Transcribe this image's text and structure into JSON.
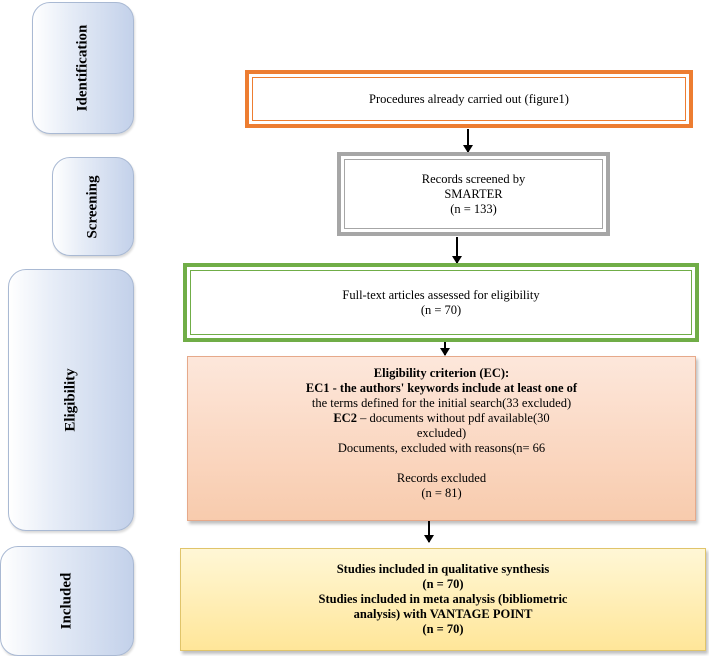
{
  "stages": {
    "identification": "Identification",
    "screening": "Screening",
    "eligibility": "Eligibility",
    "included": "Included"
  },
  "boxes": {
    "procedures": "Procedures already carried out (figure1)",
    "screened_line1": "Records screened by",
    "screened_line2": "SMARTER",
    "screened_line3": "(n = 133)",
    "fulltext_line1": "Full-text articles assessed for eligibility",
    "fulltext_line2": "(n = 70)",
    "ec_title": "Eligibility criterion (EC):",
    "ec1_bold": "EC1 - the authors' keywords include at least one of",
    "ec1_rest": "the terms defined for the initial search(33 excluded)",
    "ec2_label": "EC2",
    "ec2_rest": " – documents without pdf available(30",
    "ec2_cont": "excluded)",
    "documents_excluded": "Documents, excluded with reasons(n= 66",
    "records_excluded": "Records excluded",
    "records_excluded_n": "(n = 81)",
    "included_line1": "Studies included in qualitative synthesis",
    "included_line2": "(n = 70)",
    "included_line3": "Studies included in meta analysis (bibliometric",
    "included_line4": "analysis) with VANTAGE POINT",
    "included_line5": "(n = 70)"
  },
  "colors": {
    "identification_border": "#ed7d31",
    "screening_border": "#a6a6a6",
    "eligibility_border": "#70ad47",
    "criteria_fill": "#f8cbad",
    "included_fill": "#ffe699",
    "stage_fill": "#c3d1ea"
  }
}
